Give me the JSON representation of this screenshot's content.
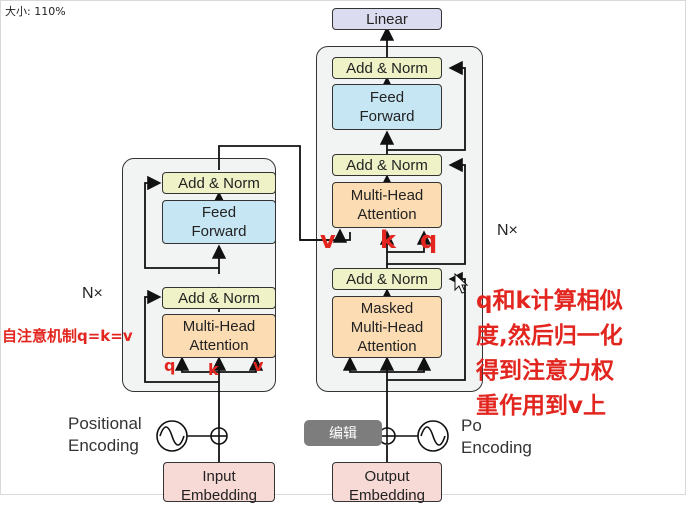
{
  "window": {
    "zoom_label": "大小: 110%"
  },
  "diagram": {
    "encoder": {
      "add_norm_top": "Add & Norm",
      "feed_forward": [
        "Feed",
        "Forward"
      ],
      "add_norm_bottom": "Add & Norm",
      "multi_head_attention": [
        "Multi-Head",
        "Attention"
      ],
      "nx": "N×",
      "positional_encoding": [
        "Positional",
        "Encoding"
      ],
      "input_embedding": [
        "Input",
        "Embedding"
      ]
    },
    "decoder": {
      "linear": "Linear",
      "add_norm_top": "Add & Norm",
      "feed_forward": [
        "Feed",
        "Forward"
      ],
      "add_norm_mid": "Add & Norm",
      "multi_head_attention": [
        "Multi-Head",
        "Attention"
      ],
      "add_norm_bottom": "Add & Norm",
      "masked_attention": [
        "Masked",
        "Multi-Head",
        "Attention"
      ],
      "nx": "N×",
      "positional_encoding": [
        "Po",
        "Encoding"
      ],
      "output_embedding": [
        "Output",
        "Embedding"
      ]
    },
    "annotations": {
      "self_attention": "自注意机制q=k=v",
      "encoder_qkv": [
        "q",
        "k",
        "v"
      ],
      "decoder_vkq": [
        "v",
        "k",
        "q"
      ],
      "explanation": [
        "q和k计算相似",
        "度,然后归一化",
        "得到注意力权",
        "重作用到v上"
      ]
    }
  },
  "overlay": {
    "edit_button": "编辑"
  }
}
